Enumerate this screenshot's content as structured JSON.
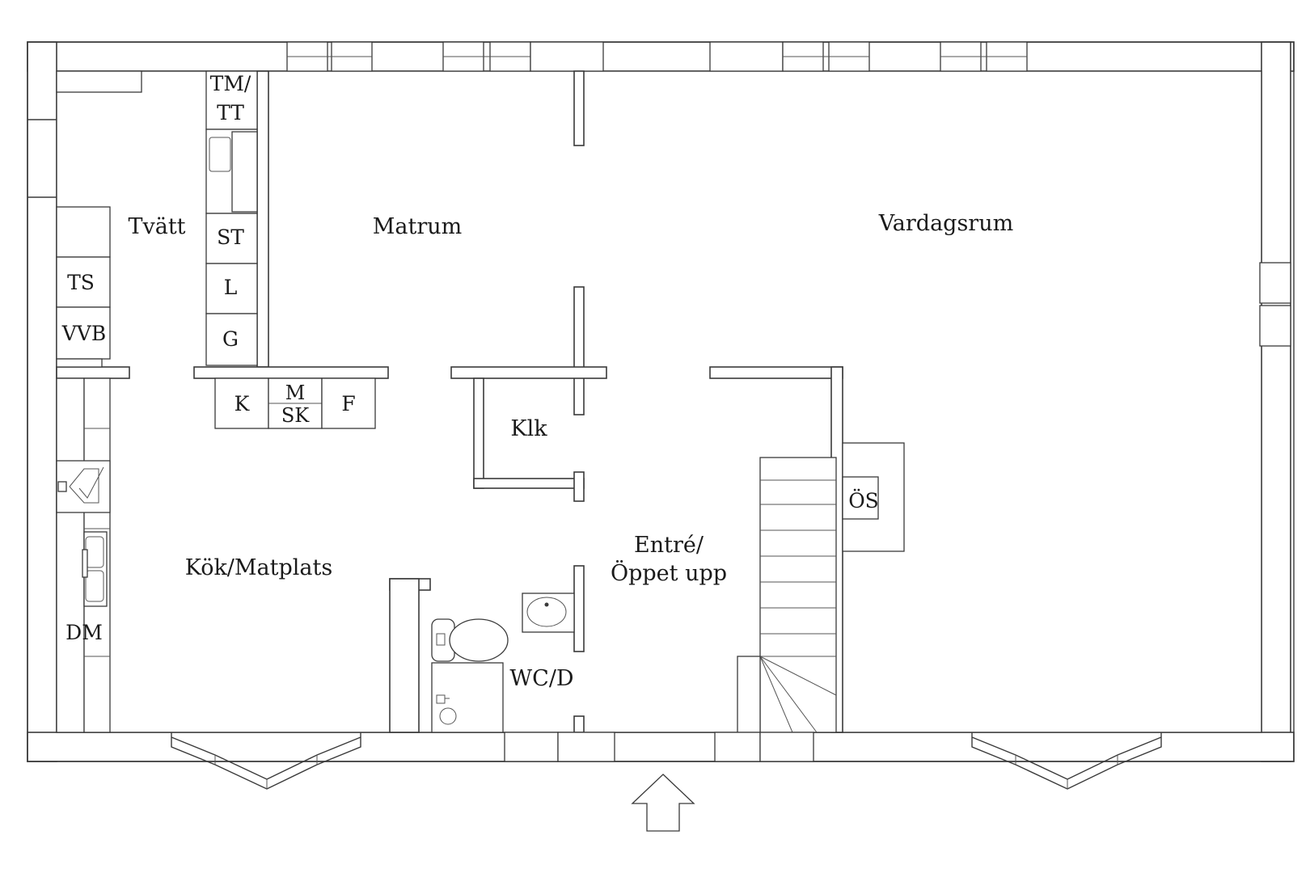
{
  "rooms": {
    "tvatt": "Tvätt",
    "matrum": "Matrum",
    "vardagsrum": "Vardagsrum",
    "klk": "Klk",
    "kok": "Kök/Matplats",
    "entre_line1": "Entré/",
    "entre_line2": "Öppet upp",
    "wc": "WC/D"
  },
  "fixtures": {
    "tm_line1": "TM/",
    "tm_line2": "TT",
    "st": "ST",
    "l": "L",
    "g": "G",
    "ts": "TS",
    "vvb": "VVB",
    "k": "K",
    "m": "M",
    "sk": "SK",
    "f": "F",
    "dm": "DM",
    "os": "ÖS"
  },
  "colors": {
    "walls": "#3a3a3a",
    "background": "#ffffff",
    "text": "#1a1a1a"
  },
  "icons": [
    "entrance-arrow-icon",
    "sink-icon",
    "toilet-icon",
    "shower-icon",
    "stove-icon",
    "staircase-icon"
  ]
}
